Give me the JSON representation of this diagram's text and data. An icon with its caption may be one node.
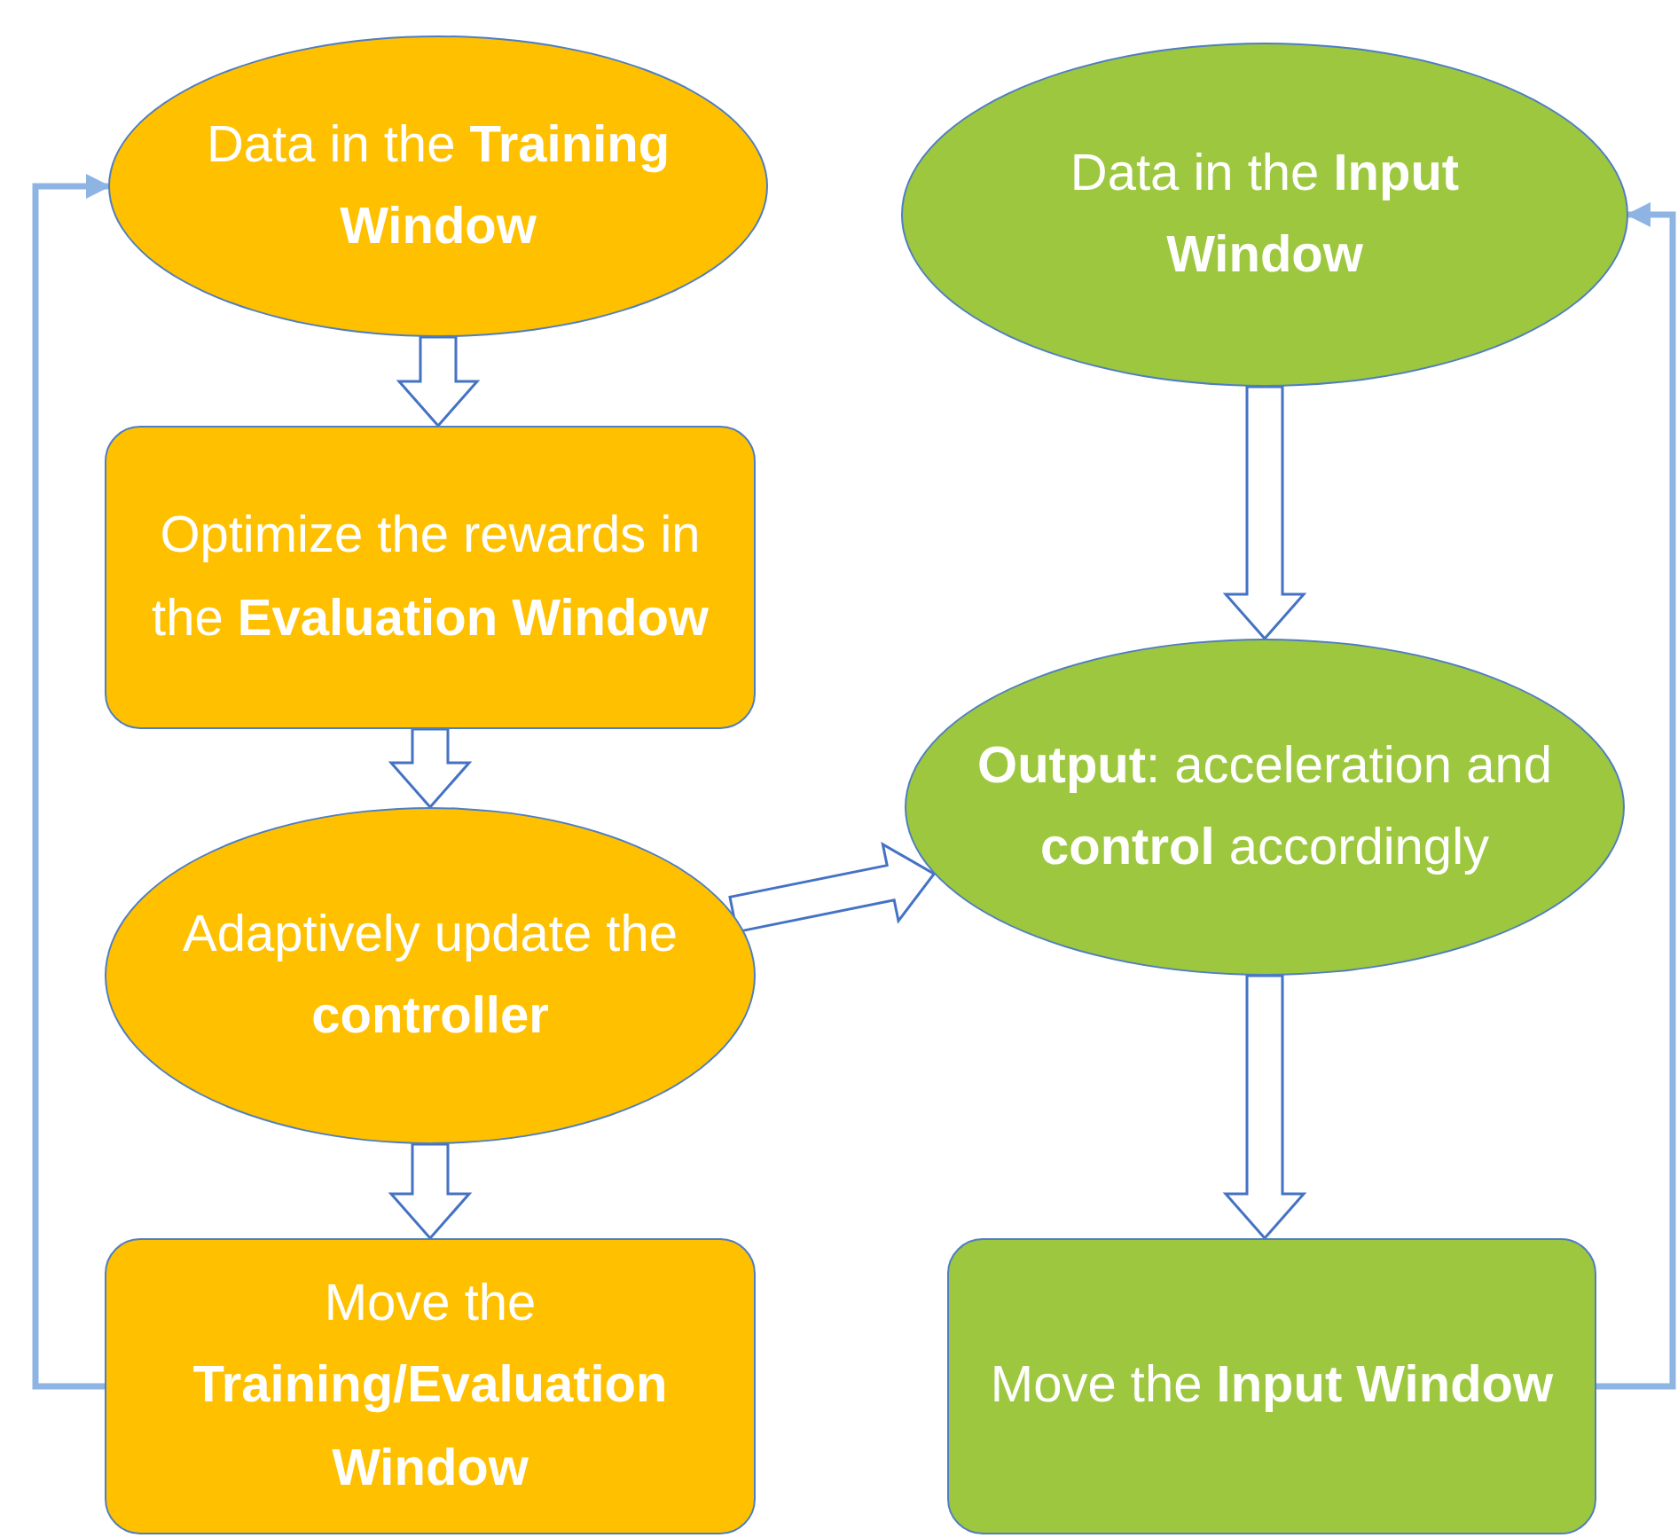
{
  "diagram": {
    "nodes": [
      {
        "text": [
          "Data in the **Training Window**"
        ]
      },
      {
        "text": [
          "Optimize the rewards in the **Evaluation Window**"
        ]
      },
      {
        "text": [
          "Adaptively update the **controller**"
        ]
      },
      {
        "text": [
          "Move the **Training/Evaluation Window**"
        ]
      },
      {
        "text": [
          "Data in the **Input Window**"
        ]
      },
      {
        "text": [
          "**Output**: acceleration and **control** accordingly"
        ]
      },
      {
        "text": [
          "Move the **Input Window**"
        ]
      }
    ],
    "edges": [
      {
        "from": 0,
        "to": 1,
        "arrow": "to",
        "style": "thick"
      },
      {
        "from": 1,
        "to": 2,
        "arrow": "to",
        "style": "thick"
      },
      {
        "from": 2,
        "to": 3,
        "arrow": "to",
        "style": "thick"
      },
      {
        "from": 2,
        "to": 5,
        "arrow": "to",
        "style": "thick"
      },
      {
        "from": 4,
        "to": 5,
        "arrow": "to",
        "style": "thick"
      },
      {
        "from": 5,
        "to": 6,
        "arrow": "to",
        "style": "thick"
      },
      {
        "from": 3,
        "to": 0,
        "arrow": "to",
        "color": "#8eb4e3"
      },
      {
        "from": 6,
        "to": 4,
        "arrow": "to",
        "color": "#8eb4e3"
      }
    ]
  }
}
